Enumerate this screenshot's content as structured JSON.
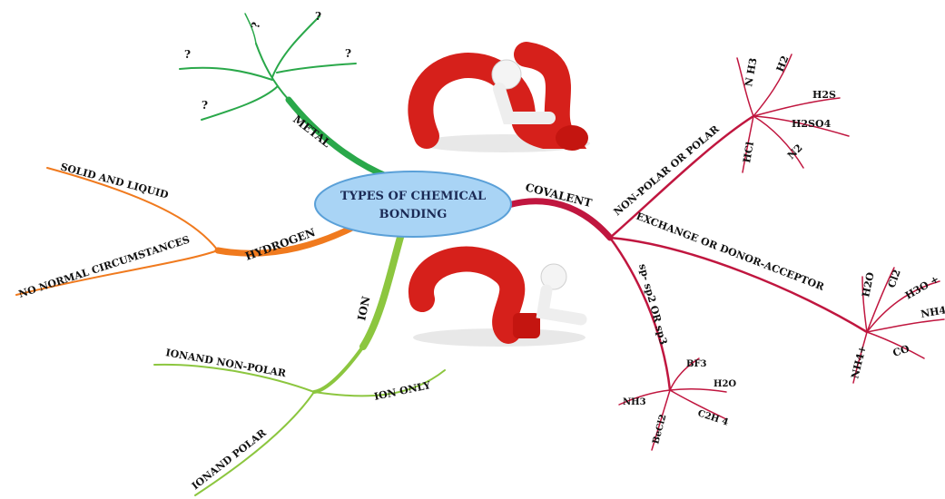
{
  "center": {
    "line1": "TYPES OF CHEMICAL",
    "line2": "BONDING"
  },
  "colors": {
    "metal": "#2aa84a",
    "hydrogen": "#f07a1e",
    "ion": "#8cc63f",
    "covalent": "#c0163f",
    "center_fill": "#a9d4f5",
    "center_stroke": "#5aa0d8"
  },
  "branches": {
    "metal": {
      "label": "METAL",
      "leaves": [
        "?",
        "?",
        "?",
        "?",
        "?"
      ]
    },
    "hydrogen": {
      "label": "HYDROGEN",
      "leaves": [
        "SOLID AND LIQUID",
        "NO NORMAL CIRCUMSTANCES"
      ]
    },
    "ion": {
      "label": "ION",
      "leaves": [
        "IONAND  NON-POLAR",
        "ION ONLY",
        "IONAND  POLAR"
      ]
    },
    "covalent": {
      "label": "COVALENT",
      "polar": {
        "label": "NON-POLAR OR POLAR",
        "leaves": [
          "N H3",
          "H2",
          "H2S",
          "H2SO4",
          "N2",
          "HCl"
        ]
      },
      "exchange": {
        "label": "EXCHANGE OR DONOR-ACCEPTOR",
        "leaves": [
          "H2O",
          "Cl2",
          "H3O +",
          "NH4",
          "CO",
          "NH4+"
        ]
      },
      "hybrid": {
        "label": "sp- sp2 OR  sp3",
        "leaves": [
          "BF3",
          "H2O",
          "C2H 4",
          "BeCl2",
          "NH3"
        ]
      }
    }
  },
  "illustrations": [
    "question-mark-figure",
    "question-mark-figure"
  ]
}
